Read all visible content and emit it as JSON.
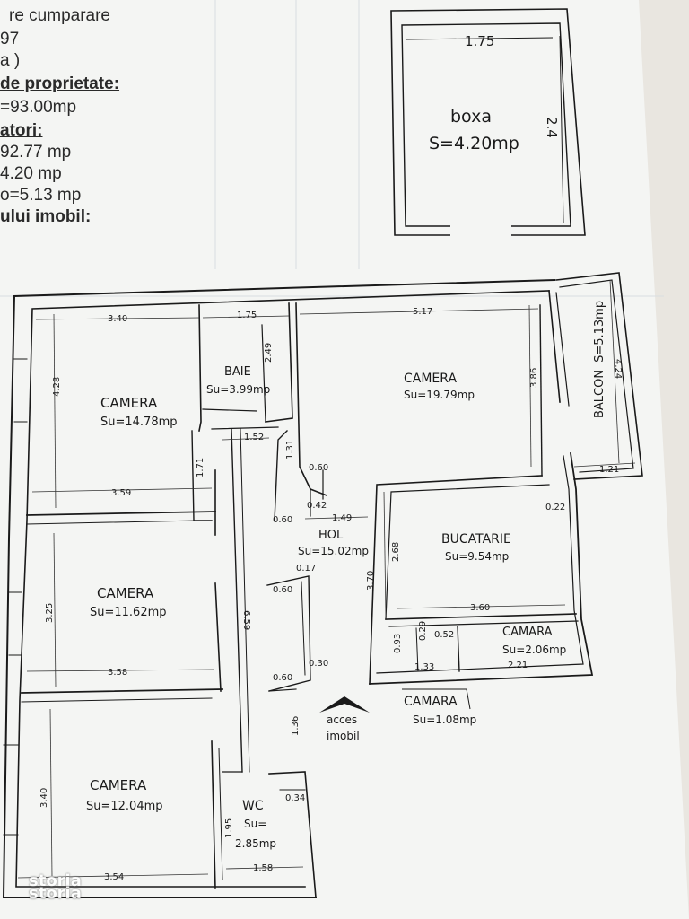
{
  "header": {
    "lines": [
      "re cumparare",
      "97",
      "a )",
      "de proprietate:",
      "=93.00mp",
      "atori:",
      "92.77 mp",
      "4.20 mp",
      "o=5.13 mp",
      "ului imobil:"
    ]
  },
  "boxa": {
    "name": "boxa",
    "area": "S=4.20mp",
    "width": "1.75",
    "height": "2.4"
  },
  "rooms": {
    "camera1": {
      "name": "CAMERA",
      "area": "Su=14.78mp"
    },
    "camera2": {
      "name": "CAMERA",
      "area": "Su=11.62mp"
    },
    "camera3": {
      "name": "CAMERA",
      "area": "Su=12.04mp"
    },
    "baie": {
      "name": "BAIE",
      "area": "Su=3.99mp"
    },
    "camera4": {
      "name": "CAMERA",
      "area": "Su=19.79mp"
    },
    "balcon": {
      "name": "BALCON",
      "area": "S=5.13mp"
    },
    "hol": {
      "name": "HOL",
      "area": "Su=15.02mp"
    },
    "bucatarie": {
      "name": "BUCATARIE",
      "area": "Su=9.54mp"
    },
    "camara1": {
      "name": "CAMARA",
      "area": "Su=2.06mp"
    },
    "camara2": {
      "name": "CAMARA",
      "area": "Su=1.08mp"
    },
    "wc": {
      "name": "WC",
      "area_label": "Su=",
      "area": "2.85mp"
    }
  },
  "access": {
    "line1": "acces",
    "line2": "imobil"
  },
  "dims": {
    "d340": "3.40",
    "d175": "1.75",
    "d517": "5.17",
    "d428": "4.28",
    "d359": "3.59",
    "d171": "1.71",
    "d249": "2.49",
    "d386": "3.86",
    "d424": "4.24",
    "d121": "1.21",
    "d152": "1.52",
    "d131": "1.31",
    "d149": "1.49",
    "d268": "2.68",
    "d370": "3.70",
    "d360": "3.60",
    "d325": "3.25",
    "d358": "3.58",
    "d659": "6.59",
    "d354": "3.54",
    "d340b": "3.40",
    "d136": "1.36",
    "d195": "1.95",
    "d158": "1.58",
    "d133": "1.33",
    "d221": "2.21",
    "d093": "0.93",
    "d060a": "0.60",
    "d060b": "0.60",
    "d060c": "0.60",
    "d060d": "0.60",
    "d042": "0.42",
    "d017": "0.17",
    "d030": "0.30",
    "d034": "0.34",
    "d052": "0.52",
    "d022": "0.22",
    "d029": "0.29"
  },
  "watermark": {
    "top": "storia",
    "bottom": "storia"
  }
}
